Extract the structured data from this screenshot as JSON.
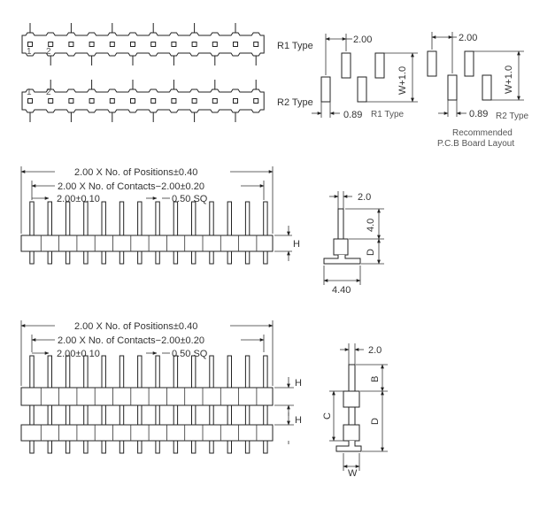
{
  "top_view": {
    "r1_label": "R1 Type",
    "r2_label": "R2 Type",
    "pin1_label": "1",
    "pin2_label": "2"
  },
  "pcb_r1": {
    "pitch": "2.00",
    "height_dim": "W+1.0",
    "pad_dim": "0.89",
    "type_label": "R1 Type"
  },
  "pcb_r2": {
    "pitch": "2.00",
    "height_dim": "W+1.0",
    "pad_dim": "0.89",
    "type_label": "R2 Type",
    "caption_line1": "Recommended",
    "caption_line2": "P.C.B Board  Layout"
  },
  "single_row": {
    "dim_positions": "2.00  X  No.  of  Positions±0.40",
    "dim_contacts": "2.00  X  No.  of  Contacts−2.00±0.20",
    "dim_pitch": "2.00±0.10",
    "dim_pin": "0.50  SQ",
    "dim_h": "H"
  },
  "single_side": {
    "dim_top": "2.0",
    "dim_40": "4.0",
    "dim_d": "D",
    "dim_440": "4.40"
  },
  "dual_row": {
    "dim_positions": "2.00  X  No.  of  Positions±0.40",
    "dim_contacts": "2.00  X  No.  of  Contacts−2.00±0.20",
    "dim_pitch": "2.00±0.10",
    "dim_pin": "0.50  SQ",
    "dim_h1": "H",
    "dim_h2": "H"
  },
  "dual_side": {
    "dim_top": "2.0",
    "dim_b": "B",
    "dim_c": "C",
    "dim_d": "D",
    "dim_w": "W"
  }
}
